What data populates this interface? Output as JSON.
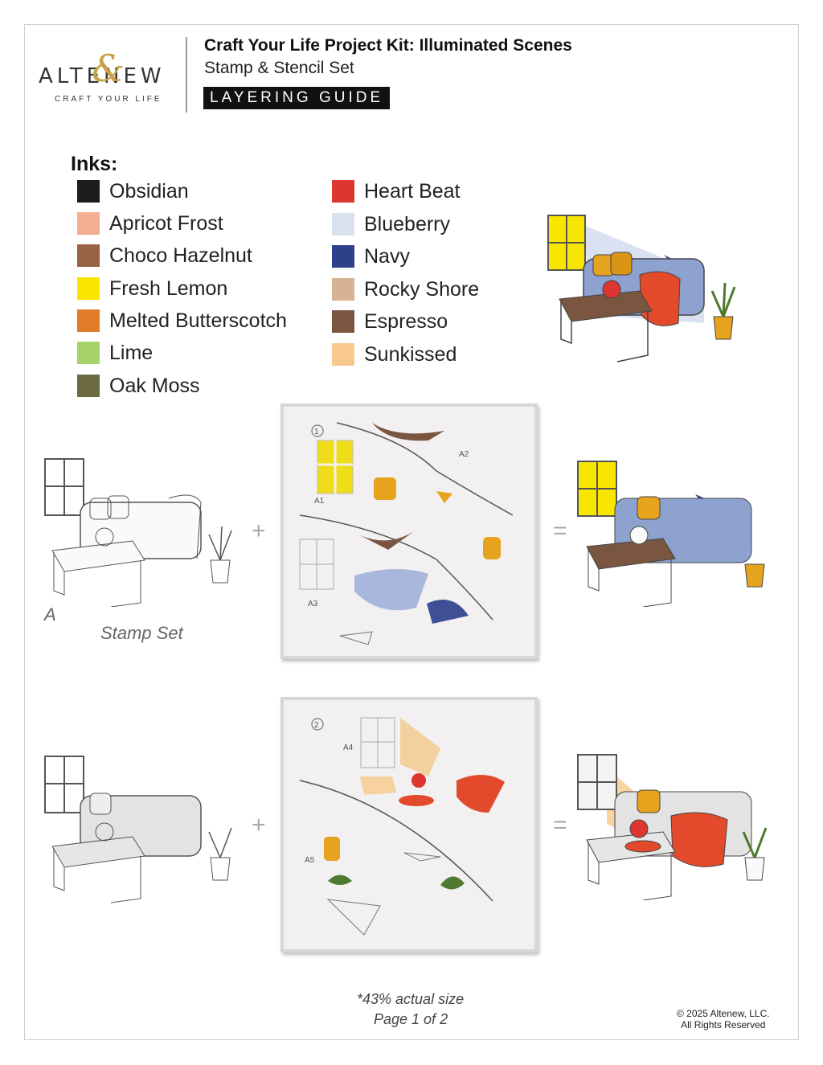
{
  "brand": {
    "name": "ALTENEW",
    "tagline": "CRAFT YOUR LIFE"
  },
  "header": {
    "title": "Craft Your Life Project Kit: Illuminated Scenes",
    "subtitle": "Stamp & Stencil Set",
    "badge": "LAYERING GUIDE"
  },
  "inks": {
    "heading": "Inks:",
    "left": [
      {
        "name": "Obsidian",
        "color": "#1c1c1c"
      },
      {
        "name": "Apricot Frost",
        "color": "#f2ad92"
      },
      {
        "name": "Choco Hazelnut",
        "color": "#9a6244"
      },
      {
        "name": "Fresh Lemon",
        "color": "#f8e600"
      },
      {
        "name": "Melted Butterscotch",
        "color": "#e07b2a"
      },
      {
        "name": "Lime",
        "color": "#a6d36a"
      },
      {
        "name": "Oak Moss",
        "color": "#6b6a40"
      }
    ],
    "right": [
      {
        "name": "Heart Beat",
        "color": "#dd3530"
      },
      {
        "name": "Blueberry",
        "color": "#d8e2ee"
      },
      {
        "name": "Navy",
        "color": "#2e4089"
      },
      {
        "name": "Rocky Shore",
        "color": "#d7b394"
      },
      {
        "name": "Espresso",
        "color": "#7a5640"
      },
      {
        "name": "Sunkissed",
        "color": "#f8c98c"
      }
    ]
  },
  "rows": {
    "row1": {
      "stencil_number": "1",
      "labels": [
        "A1",
        "A2",
        "A3"
      ],
      "stamp_label": "A",
      "caption": "Stamp Set"
    },
    "row2": {
      "stencil_number": "2",
      "labels": [
        "A4",
        "A5"
      ]
    },
    "plus": "+",
    "equals": "="
  },
  "footer": {
    "note": "*43% actual size",
    "page": "Page 1 of 2",
    "copyright": "© 2025 Altenew, LLC.",
    "rights": "All Rights Reserved"
  }
}
